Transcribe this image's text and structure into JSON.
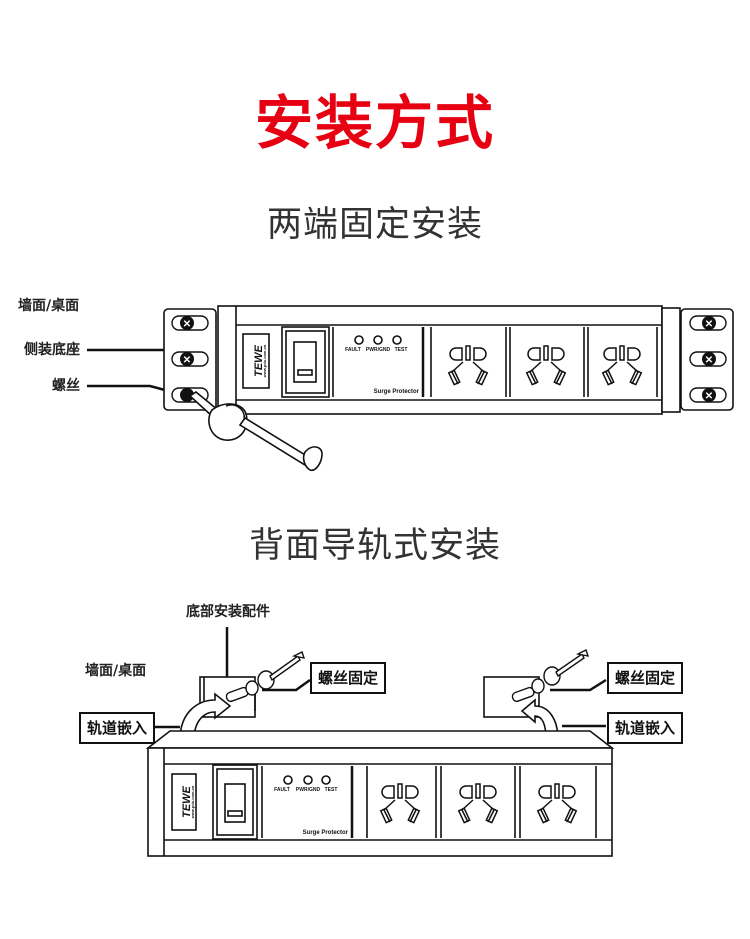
{
  "header": {
    "title": "安装方式",
    "title_color": "#e60012"
  },
  "section1": {
    "title": "两端固定安装",
    "labels": {
      "wall": "墙面/桌面",
      "side_base": "侧装底座",
      "screw": "螺丝"
    }
  },
  "section2": {
    "title": "背面导轨式安装",
    "labels": {
      "bottom_fitting": "底部安装配件",
      "wall": "墙面/桌面",
      "screw_fix_left": "螺丝固定",
      "screw_fix_right": "螺丝固定",
      "rail_left": "轨道嵌入",
      "rail_right": "轨道嵌入"
    }
  },
  "device": {
    "brand": "TEWE",
    "url": "www.pdu.com.cn",
    "indicators": [
      "FAULT",
      "PWR/GND",
      "TEST"
    ],
    "module_label": "Surge Protector",
    "outlet_count": 3
  }
}
